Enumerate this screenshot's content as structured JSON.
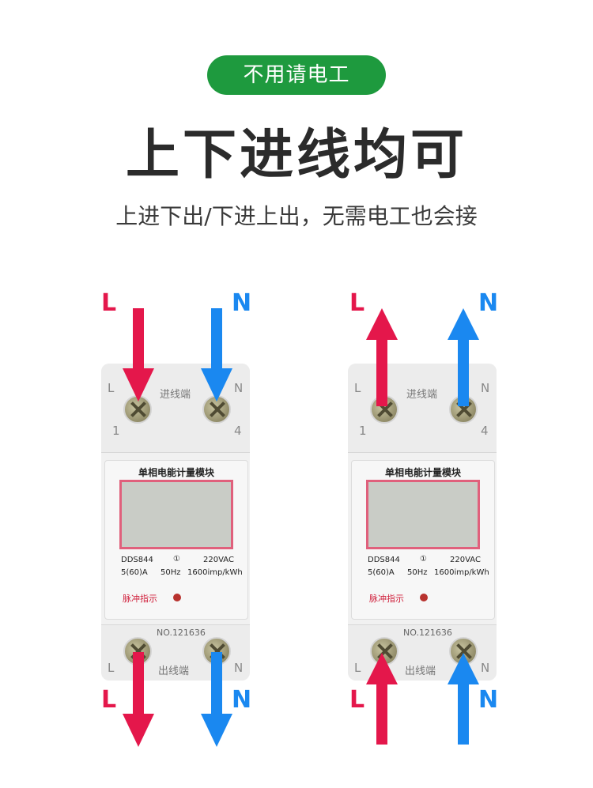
{
  "header": {
    "badge": "不用请电工",
    "headline": "上下进线均可",
    "subline": "上进下出/下进上出，无需电工也会接"
  },
  "colors": {
    "green": "#1e9a3e",
    "live": "#e4174b",
    "neutral": "#1a88f0"
  },
  "meters": [
    {
      "wires": {
        "top_left": "L",
        "top_right": "N",
        "bottom_left": "L",
        "bottom_right": "N"
      },
      "labels": {
        "in_port": "进线端",
        "out_port": "出线端",
        "port_l": "L",
        "port_n": "N",
        "num_1": "1",
        "num_4": "4"
      },
      "face": {
        "title": "单相电能计量模块",
        "model": "DDS844",
        "circle": "①",
        "voltage": "220VAC",
        "current": "5(60)A",
        "freq": "50Hz",
        "const": "1600imp/kWh",
        "pulse": "脉冲指示"
      },
      "serial": "NO.121636"
    },
    {
      "wires": {
        "top_left": "L",
        "top_right": "N",
        "bottom_left": "L",
        "bottom_right": "N"
      },
      "labels": {
        "in_port": "进线端",
        "out_port": "出线端",
        "port_l": "L",
        "port_n": "N",
        "num_1": "1",
        "num_4": "4"
      },
      "face": {
        "title": "单相电能计量模块",
        "model": "DDS844",
        "circle": "①",
        "voltage": "220VAC",
        "current": "5(60)A",
        "freq": "50Hz",
        "const": "1600imp/kWh",
        "pulse": "脉冲指示"
      },
      "serial": "NO.121636"
    }
  ]
}
